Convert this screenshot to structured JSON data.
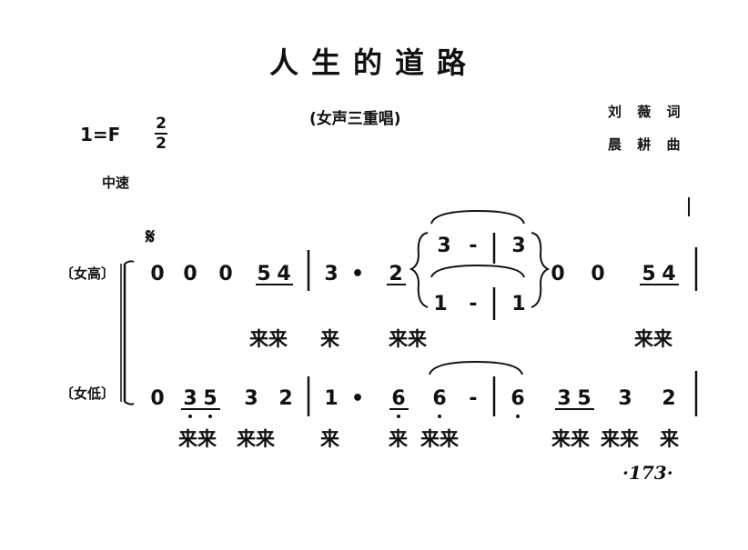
{
  "title": "人生的道路",
  "subtitle": "(女声三重唱)",
  "lyricist": "刘 薇 词",
  "composer": "晨 耕 曲",
  "key": "1=F",
  "time_sig": {
    "top": "2",
    "bottom": "2"
  },
  "tempo": "中速",
  "segno": "𝄋",
  "voices": {
    "upper": "〔女高〕",
    "lower": "〔女低〕"
  },
  "upper_notes": [
    "0",
    "0",
    "0",
    "5",
    "4",
    "3",
    "•",
    "2",
    "3",
    "-",
    "3",
    "1",
    "-",
    "1",
    "0",
    "0",
    "5",
    "4"
  ],
  "upper_lyrics": [
    "来来",
    "来",
    "来来",
    "来来"
  ],
  "lower_notes": [
    "0",
    "3",
    "5",
    "3",
    "2",
    "1",
    "•",
    "6",
    "6",
    "-",
    "6",
    "3",
    "5",
    "3",
    "2"
  ],
  "lower_lyrics": [
    "来来",
    "来来",
    "来",
    "来",
    "来来",
    "来来",
    "来来",
    "来"
  ],
  "page_number": "·173·"
}
